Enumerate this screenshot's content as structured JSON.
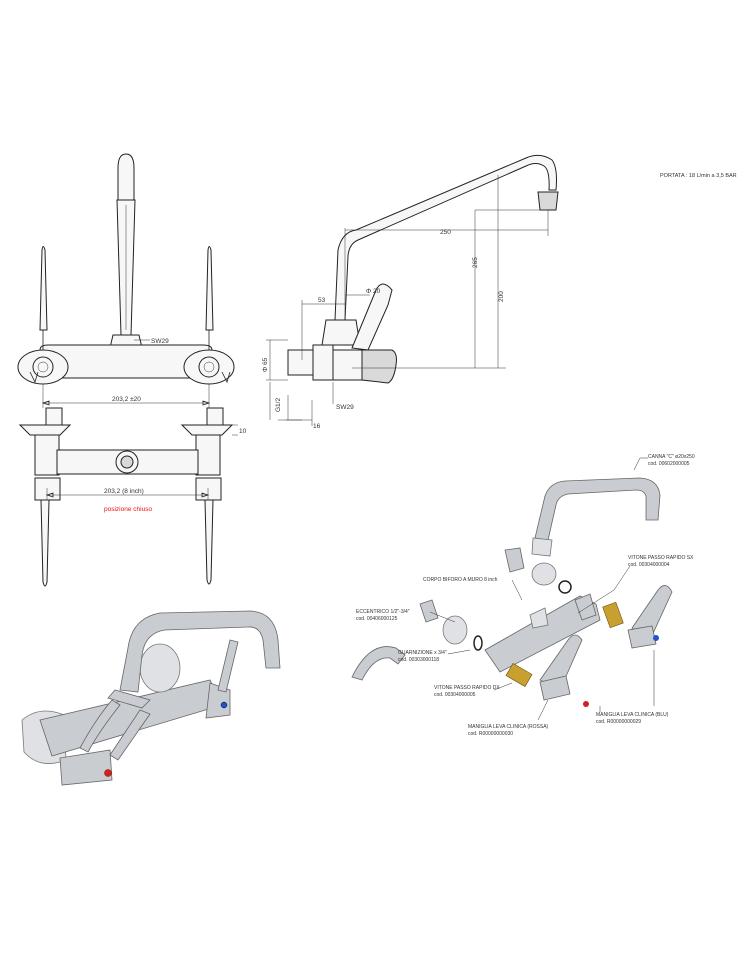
{
  "header": {
    "flow_rate": "PORTATA : 18 L/min a 3,5 BAR"
  },
  "front_view": {
    "wrench_label": "SW29",
    "dim_centers_tolerance": "203,2 ±20"
  },
  "top_view": {
    "dim_10": "10",
    "dim_centers_inch": "203,2 (8 inch)",
    "closed_position": "posizione chiuso"
  },
  "side_view": {
    "dim_250": "250",
    "dim_265": "265",
    "dim_200": "200",
    "dim_phi20": "Φ 20",
    "dim_53": "53",
    "dim_phi65": "Φ 65",
    "dim_g12": "G1/2",
    "dim_16": "16",
    "wrench_label": "SW29"
  },
  "parts": [
    {
      "name": "CANNA \"C\" ø20x250",
      "code": "cod. 00602000005"
    },
    {
      "name": "VITONE PASSO RAPIDO SX",
      "code": "cod. 00304000004"
    },
    {
      "name": "CORPO BIFORO A MURO 8 inch",
      "code": ""
    },
    {
      "name": "ECCENTRICO 1/2\"-3/4\"",
      "code": "cod. 00406000125"
    },
    {
      "name": "GUARNIZIONE x 3/4\"",
      "code": "cod. 00303000118"
    },
    {
      "name": "VITONE PASSO RAPIDO DX",
      "code": "cod. 00304000005"
    },
    {
      "name": "MANIGLIA LEVA CLINICA (ROSSA)",
      "code": "cod. R00000000030"
    },
    {
      "name": "MANIGLIA LEVA CLINICA (BLU)",
      "code": "cod. R00000000029"
    }
  ],
  "colors": {
    "line": "#222222",
    "metal": "#c9ccd0",
    "red_text": "#e11111",
    "hot": "#d42020",
    "cold": "#1f55c8",
    "brass": "#c8a030"
  }
}
